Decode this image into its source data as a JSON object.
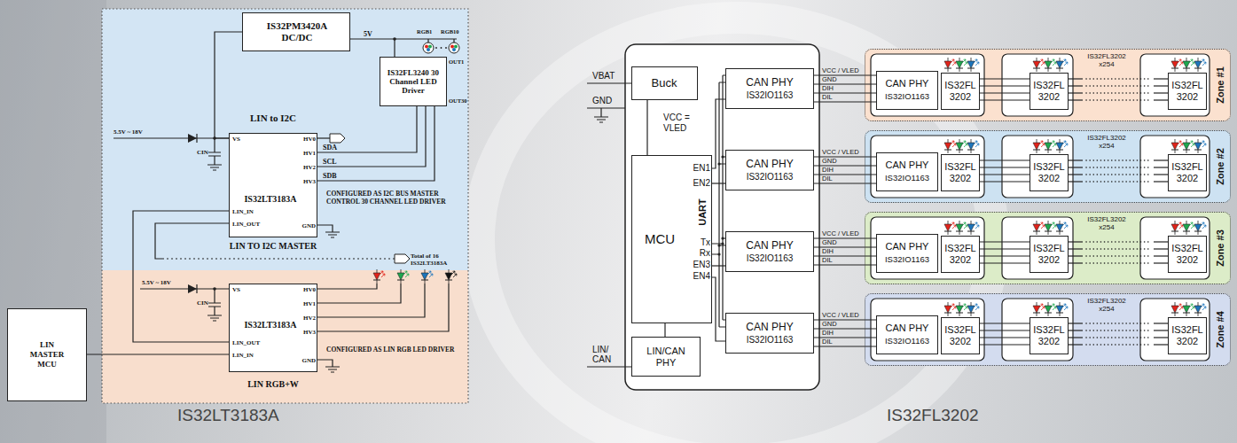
{
  "diagram": {
    "nodes": [
      {
        "text": [
          "IS32PM3420A DC/DC"
        ]
      },
      {
        "text": [
          "IS32FL3240 30 Channel LED Driver"
        ]
      },
      {
        "text": [
          "IS32LT3183A",
          "VS",
          "HV0",
          "HV1",
          "HV2",
          "HV3",
          "LIN_IN",
          "LIN_OUT",
          "GND"
        ]
      },
      {
        "text": [
          "IS32LT3183A",
          "VS",
          "HV0",
          "HV1",
          "HV2",
          "HV3",
          "LIN_OUT",
          "LIN_IN",
          "GND"
        ]
      },
      {
        "text": [
          "LIN MASTER MCU"
        ]
      },
      {
        "text": [
          "Buck"
        ]
      },
      {
        "text": [
          "MCU",
          "EN1",
          "EN2",
          "UART",
          "Tx",
          "Rx",
          "EN3",
          "EN4"
        ]
      },
      {
        "text": [
          "LIN/CAN PHY"
        ]
      },
      {
        "text": [
          "CAN PHY",
          "IS32IO1163"
        ]
      },
      {
        "text": [
          "CAN PHY",
          "IS32IO1163"
        ]
      },
      {
        "text": [
          "CAN PHY",
          "IS32IO1163"
        ]
      },
      {
        "text": [
          "CAN PHY",
          "IS32IO1163"
        ]
      },
      {
        "text": [
          "Zone #1"
        ]
      },
      {
        "text": [
          "CAN PHY",
          "IS32IO1163"
        ],
        "in": 12
      },
      {
        "text": [
          "IS32FL 3202"
        ],
        "in": 12
      },
      {
        "text": [
          "IS32FL 3202"
        ],
        "in": 12
      },
      {
        "text": [
          "IS32FL 3202"
        ],
        "in": 12
      },
      {
        "text": [
          "Zone #2"
        ]
      },
      {
        "text": [
          "CAN PHY",
          "IS32IO1163"
        ],
        "in": 17
      },
      {
        "text": [
          "IS32FL 3202"
        ],
        "in": 17
      },
      {
        "text": [
          "IS32FL 3202"
        ],
        "in": 17
      },
      {
        "text": [
          "IS32FL 3202"
        ],
        "in": 17
      },
      {
        "text": [
          "Zone #3"
        ]
      },
      {
        "text": [
          "CAN PHY",
          "IS32IO1163"
        ],
        "in": 22
      },
      {
        "text": [
          "IS32FL 3202"
        ],
        "in": 22
      },
      {
        "text": [
          "IS32FL 3202"
        ],
        "in": 22
      },
      {
        "text": [
          "IS32FL 3202"
        ],
        "in": 22
      },
      {
        "text": [
          "Zone #4"
        ]
      },
      {
        "text": [
          "CAN PHY",
          "IS32IO1163"
        ],
        "in": 27
      },
      {
        "text": [
          "IS32FL 3202"
        ],
        "in": 27
      },
      {
        "text": [
          "IS32FL 3202"
        ],
        "in": 27
      },
      {
        "text": [
          "IS32FL 3202"
        ],
        "in": 27
      }
    ],
    "edges": [
      {
        "from": 0,
        "to": 2,
        "arrow": "none"
      },
      {
        "from": 0,
        "to": 1,
        "label": "5V",
        "arrow": "none"
      },
      {
        "from": 2,
        "to": 1,
        "label": "SDA",
        "arrow": "none"
      },
      {
        "from": 2,
        "to": 1,
        "label": "SCL",
        "arrow": "none"
      },
      {
        "from": 2,
        "to": 1,
        "label": "SDB",
        "arrow": "none"
      },
      {
        "from": 3,
        "to": 2,
        "arrow": "none"
      },
      {
        "from": 4,
        "to": 3,
        "arrow": "none"
      },
      {
        "from": 5,
        "to": 6,
        "arrow": "none"
      },
      {
        "from": 6,
        "to": 8,
        "arrow": "none"
      },
      {
        "from": 6,
        "to": 9,
        "arrow": "none"
      },
      {
        "from": 6,
        "to": 10,
        "arrow": "none"
      },
      {
        "from": 6,
        "to": 11,
        "arrow": "none"
      },
      {
        "from": 7,
        "to": 6,
        "arrow": "none"
      },
      {
        "from": 8,
        "to": 13,
        "arrow": "none"
      },
      {
        "from": 9,
        "to": 18,
        "arrow": "none"
      },
      {
        "from": 10,
        "to": 23,
        "arrow": "none"
      },
      {
        "from": 11,
        "to": 28,
        "arrow": "none"
      },
      {
        "from": 14,
        "to": 15,
        "arrow": "none"
      },
      {
        "from": 15,
        "to": 16,
        "arrow": "none"
      },
      {
        "from": 19,
        "to": 20,
        "arrow": "none"
      },
      {
        "from": 20,
        "to": 21,
        "arrow": "none"
      },
      {
        "from": 24,
        "to": 25,
        "arrow": "none"
      },
      {
        "from": 25,
        "to": 26,
        "arrow": "none"
      },
      {
        "from": 29,
        "to": 30,
        "arrow": "none"
      },
      {
        "from": 30,
        "to": 31,
        "arrow": "none"
      }
    ],
    "labels": [
      "LIN to I2C",
      "5.5V ~ 18V",
      "CIN",
      "RGB1",
      "RGB10",
      "OUT1",
      "OUT30",
      "CONFIGURED AS I2C BUS MASTER CONTROL 30 CHANNEL LED DRIVER",
      "LIN TO I2C MASTER",
      "Total of 16 IS32LT3183A",
      "5.5V ~ 18V",
      "CIN",
      "CONFIGURED AS LIN RGB LED DRIVER",
      "LIN RGB+W",
      "IS32LT3183A",
      "VBAT",
      "GND",
      "VCC = VLED",
      "LIN/ CAN",
      "VCC / VLED",
      "GND",
      "DIH",
      "DIL",
      "IS32FL3202",
      "x254",
      "VCC / VLED",
      "GND",
      "DIH",
      "DIL",
      "IS32FL3202",
      "x254",
      "VCC / VLED",
      "GND",
      "DIH",
      "DIL",
      "IS32FL3202",
      "x254",
      "VCC / VLED",
      "GND",
      "DIH",
      "DIL",
      "IS32FL3202",
      "x254",
      "IS32FL3202"
    ]
  }
}
